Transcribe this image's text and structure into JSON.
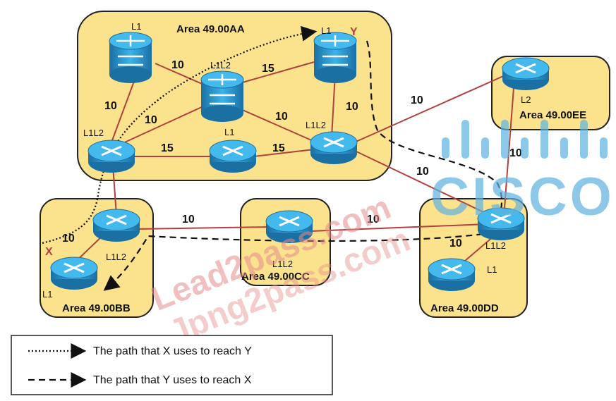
{
  "areas": {
    "aa": "Area 49.00AA",
    "bb": "Area 49.00BB",
    "cc": "Area 49.00CC",
    "dd": "Area 49.00DD",
    "ee": "Area 49.00EE"
  },
  "routers": {
    "aa_top_left": "L1",
    "aa_center": "L1L2",
    "aa_top_right": "L1",
    "aa_bottom_left": "L1L2",
    "aa_bottom_mid": "L1",
    "aa_bottom_right": "L1L2",
    "bb_top": "L1L2",
    "bb_bottom": "L1",
    "cc": "L1L2",
    "dd_top": "L1L2",
    "dd_bottom": "L1",
    "ee": "L2"
  },
  "endpoints": {
    "x": "X",
    "y": "Y"
  },
  "metrics": {
    "tl_bl": "10",
    "tl_center": "10",
    "center_tr": "15",
    "center_bl": "10",
    "center_br": "10",
    "tr_br": "10",
    "bl_bm": "15",
    "bm_br": "15",
    "br_ee": "10",
    "br_dd": "10",
    "ee_dd": "10",
    "bb_x": "10",
    "bb_cc": "10",
    "cc_dd": "10",
    "dd_l1": "10"
  },
  "legend": {
    "x_to_y": "The path that X uses to reach Y",
    "y_to_x": "The path that Y uses to reach X"
  },
  "watermarks": {
    "left": "Lead2pass.com",
    "right": "Jpng2pass.com",
    "logo": "CISCO"
  },
  "colors": {
    "area_fill": "#fbe38e",
    "link": "#b0413e",
    "router": "#2a9fd6",
    "watermark_red": "#e48d8d",
    "watermark_blue": "#5fb2e0"
  }
}
